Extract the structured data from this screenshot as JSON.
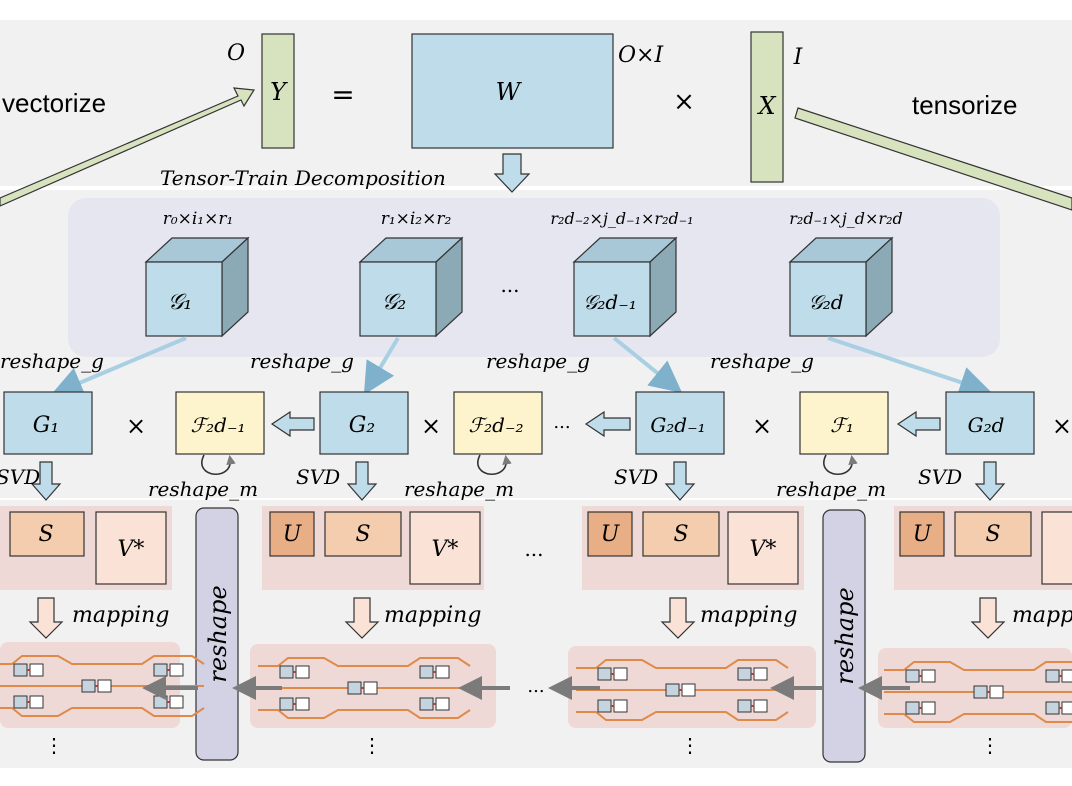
{
  "equation": {
    "y_label": "Y",
    "y_dim": "O",
    "equals": "=",
    "w_label": "W",
    "w_dim": "O×I",
    "times": "×",
    "x_label": "X",
    "x_dim": "I"
  },
  "side_labels": {
    "left": "vectorize",
    "right": "tensorize"
  },
  "tt_title": "Tensor-Train Decomposition",
  "cores": [
    {
      "label": "𝒢₁",
      "dims": "r₀×i₁×r₁"
    },
    {
      "label": "𝒢₂",
      "dims": "r₁×i₂×r₂"
    },
    {
      "label": "𝒢₂d₋₁",
      "dims": "r₂d₋₂×j_d₋₁×r₂d₋₁"
    },
    {
      "label": "𝒢₂d",
      "dims": "r₂d₋₁×j_d×r₂d"
    }
  ],
  "cores_ellipsis": "...",
  "reshape_g": "reshape_g",
  "matrix_row": {
    "g1": "G₁",
    "f2d1": "ℱ₂d₋₁",
    "g2": "G₂",
    "f2d2": "ℱ₂d₋₂",
    "g2d1": "G₂d₋₁",
    "f1": "ℱ₁",
    "g2d": "G₂d",
    "times": "×",
    "ellipsis": "..."
  },
  "svd": "SVD",
  "reshape_m": "reshape_m",
  "svd_blocks": {
    "u": "U",
    "s": "S",
    "v": "V*",
    "ellipsis": "..."
  },
  "mapping": "mapping",
  "reshape_bar": "reshape",
  "vdots": "⋮",
  "photonic_ellipsis": "...",
  "colors": {
    "band": "#f1f1f1",
    "core_panel": "#e6e6f0",
    "cube_front": "#bedcea",
    "cube_top": "#a8c8d8",
    "cube_side": "#8ca9b6",
    "g_box": "#bedcea",
    "f_box": "#fdf3cd",
    "vector_box": "#d6e3be",
    "u_box": "#e8ae86",
    "s_box": "#f4cdae",
    "v_box": "#fae3d6",
    "svd_panel": "#efd9d6",
    "reshape_bar": "#d2d2e4",
    "photonic_panel": "#efd9d6",
    "waveguide": "#e08a4a",
    "arrow_blue": "#a9cfe3",
    "arrow_dark": "#7b7b7b"
  }
}
